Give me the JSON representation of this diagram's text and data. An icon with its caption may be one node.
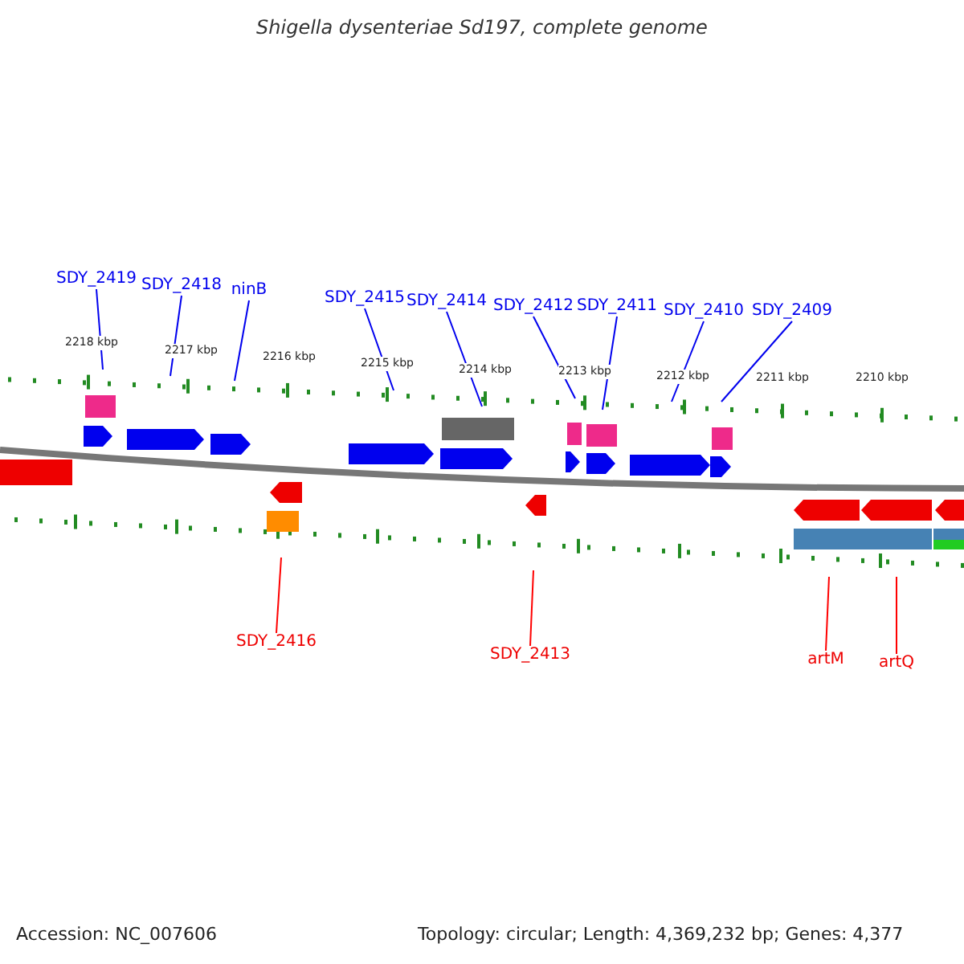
{
  "diagram": {
    "title": "Shigella dysenteriae Sd197, complete genome",
    "nodes": [
      {
        "text": [
          "SDY_2419"
        ]
      },
      {
        "text": [
          "SDY_2418"
        ]
      },
      {
        "text": [
          "ninB"
        ]
      },
      {
        "text": [
          "SDY_2415"
        ]
      },
      {
        "text": [
          "SDY_2414"
        ]
      },
      {
        "text": [
          "SDY_2412"
        ]
      },
      {
        "text": [
          "SDY_2411"
        ]
      },
      {
        "text": [
          "SDY_2410"
        ]
      },
      {
        "text": [
          "SDY_2409"
        ]
      },
      {
        "text": [
          "SDY_2416"
        ]
      },
      {
        "text": [
          "SDY_2413"
        ]
      },
      {
        "text": [
          "artM"
        ]
      },
      {
        "text": [
          "artQ"
        ]
      }
    ],
    "edges": [
      {
        "from": 0,
        "to": null,
        "arrow": "none"
      },
      {
        "from": 1,
        "to": null,
        "arrow": "none"
      },
      {
        "from": 2,
        "to": null,
        "arrow": "none"
      },
      {
        "from": 3,
        "to": null,
        "arrow": "none"
      },
      {
        "from": 4,
        "to": null,
        "arrow": "none"
      },
      {
        "from": 5,
        "to": null,
        "arrow": "none"
      },
      {
        "from": 6,
        "to": null,
        "arrow": "none"
      },
      {
        "from": 7,
        "to": null,
        "arrow": "none"
      },
      {
        "from": 8,
        "to": null,
        "arrow": "none"
      },
      {
        "from": 9,
        "to": null,
        "arrow": "none",
        "color": "#ff0000"
      },
      {
        "from": 10,
        "to": null,
        "arrow": "none",
        "color": "#ff0000"
      },
      {
        "from": 11,
        "to": null,
        "arrow": "none",
        "color": "#ff0000"
      },
      {
        "from": 12,
        "to": null,
        "arrow": "none",
        "color": "#ff0000"
      }
    ],
    "labels": [
      "2218 kbp",
      "2217 kbp",
      "2216 kbp",
      "2215 kbp",
      "2214 kbp",
      "2213 kbp",
      "2212 kbp",
      "2211 kbp",
      "2210 kbp",
      "Accession: NC_007606",
      "Topology: circular; Length: 4,369,232 bp; Genes: 4,377"
    ]
  }
}
